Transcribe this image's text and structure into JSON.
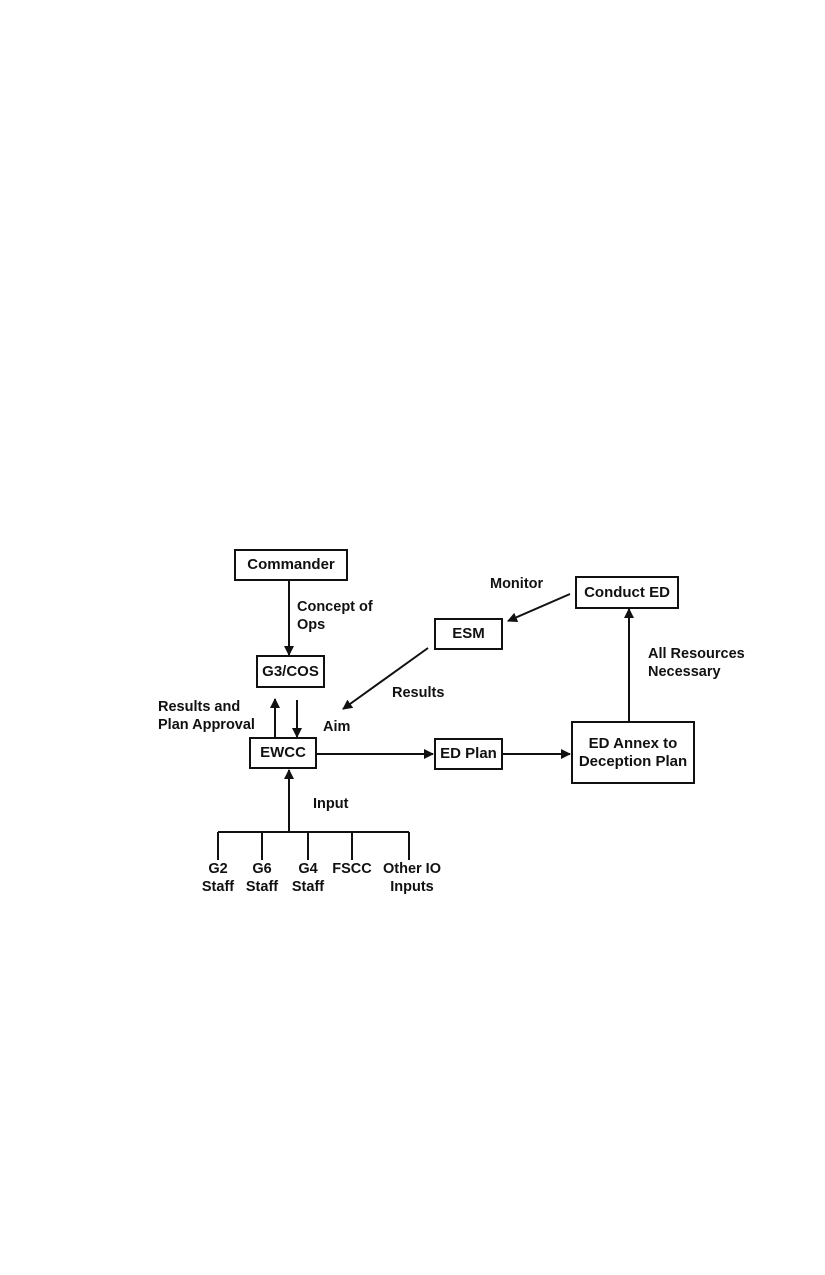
{
  "nodes": {
    "commander": "Commander",
    "g3_cos": "G3/COS",
    "ewcc": "EWCC",
    "esm": "ESM",
    "conduct_ed": "Conduct ED",
    "ed_plan": "ED Plan",
    "ed_annex": "ED Annex to\nDeception Plan"
  },
  "edge_labels": {
    "concept_of_ops": "Concept of\nOps",
    "results_and_plan_approval": "Results and\nPlan Approval",
    "aim": "Aim",
    "results": "Results",
    "monitor": "Monitor",
    "all_resources_necessary": "All Resources\nNecessary",
    "input": "Input"
  },
  "inputs": [
    "G2\nStaff",
    "G6\nStaff",
    "G4\nStaff",
    "FSCC",
    "Other IO\nInputs"
  ]
}
